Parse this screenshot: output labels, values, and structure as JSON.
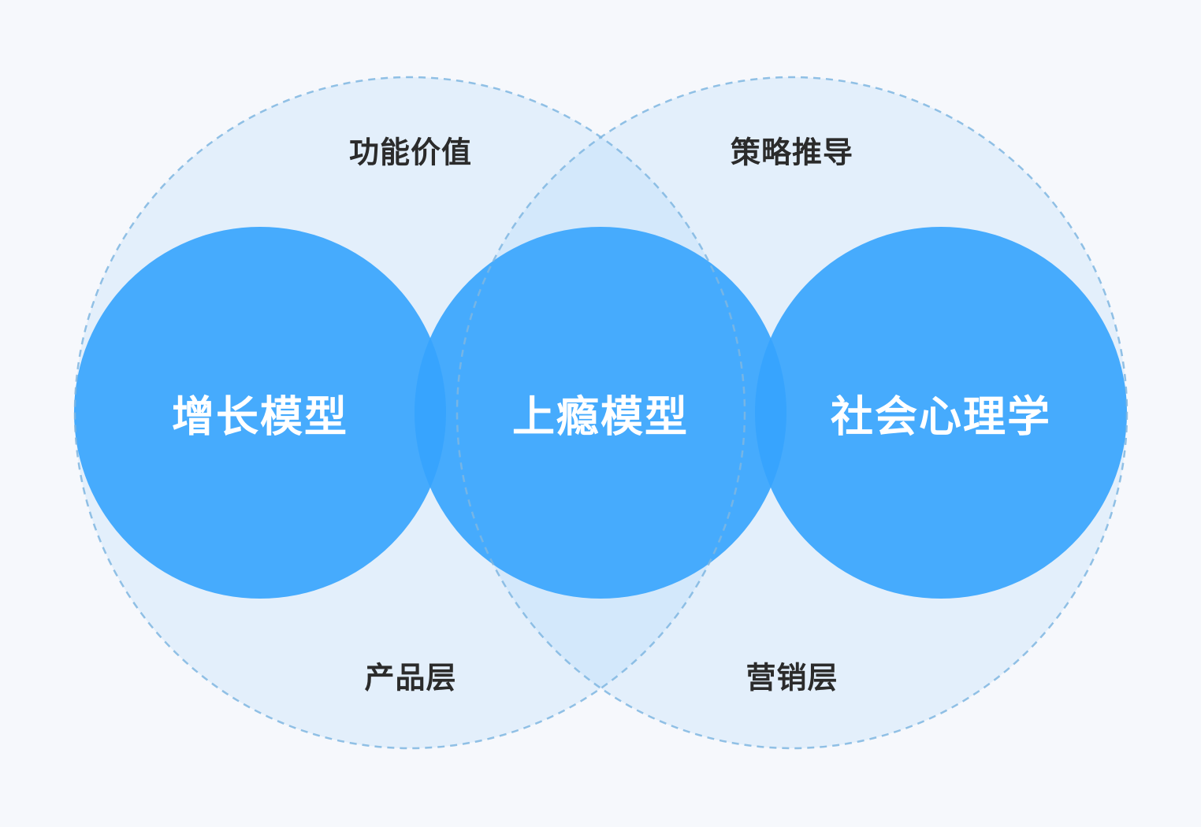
{
  "colors": {
    "background": "#f6f8fc",
    "outer_fill": "#e3effb",
    "outer_overlap_fill": "#d3e8fb",
    "outer_stroke": "#7fb6e0",
    "inner_fill": "#46abfd",
    "inner_overlap_fill": "#37a4fe",
    "outer_text": "#2b2b2b",
    "inner_text": "#ffffff"
  },
  "outer_circles": [
    {
      "id": "left",
      "top_label": "功能价值",
      "bottom_label": "产品层"
    },
    {
      "id": "right",
      "top_label": "策略推导",
      "bottom_label": "营销层"
    }
  ],
  "inner_circles": [
    {
      "id": "left",
      "label": "增长模型"
    },
    {
      "id": "center",
      "label": "上瘾模型"
    },
    {
      "id": "right",
      "label": "社会心理学"
    }
  ]
}
